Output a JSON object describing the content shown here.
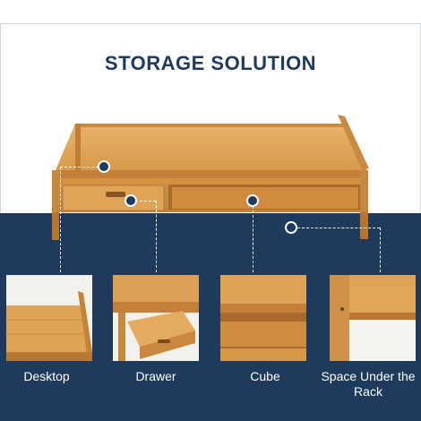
{
  "headline": "STORAGE SOLUTION",
  "features": [
    {
      "label": "Desktop",
      "icon": "desktop-surface"
    },
    {
      "label": "Drawer",
      "icon": "drawer"
    },
    {
      "label": "Cube",
      "icon": "cube-compartment"
    },
    {
      "label": "Space Under the Rack",
      "icon": "space-under-rack"
    }
  ],
  "colors": {
    "navy": "#1e3a5c",
    "title": "#1f3a5f",
    "bamboo_light": "#e2a85c",
    "bamboo_mid": "#cf8f43",
    "bamboo_dark": "#a86a2a"
  }
}
